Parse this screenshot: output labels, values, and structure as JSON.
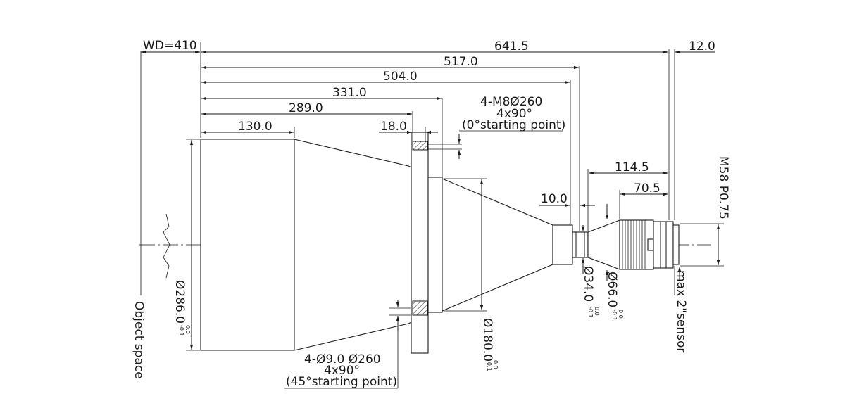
{
  "diagram": {
    "dimensions": {
      "wd": "WD=410",
      "total": "641.5",
      "d517": "517.0",
      "d504": "504.0",
      "d331": "331.0",
      "d289": "289.0",
      "d130": "130.0",
      "d18": "18.0",
      "d12": "12.0",
      "d114": "114.5",
      "d70": "70.5",
      "d10": "10.0"
    },
    "diameters": {
      "d286": "Ø286.0",
      "d180": "Ø180.0",
      "d34": "Ø34.0",
      "d66": "Ø66.0",
      "tol_upper": "0.0",
      "tol_lower": "-0.1"
    },
    "notes": {
      "top_line1": "4-M8Ø260",
      "top_line2": "4x90°",
      "top_line3": "(0°starting point)",
      "bottom_line1": "4-Ø9.0  Ø260",
      "bottom_line2": "4x90°",
      "bottom_line3": "(45°starting point)",
      "thread": "M58 P0.75",
      "sensor": "max 2\"sensor",
      "object_space": "Object space"
    }
  }
}
